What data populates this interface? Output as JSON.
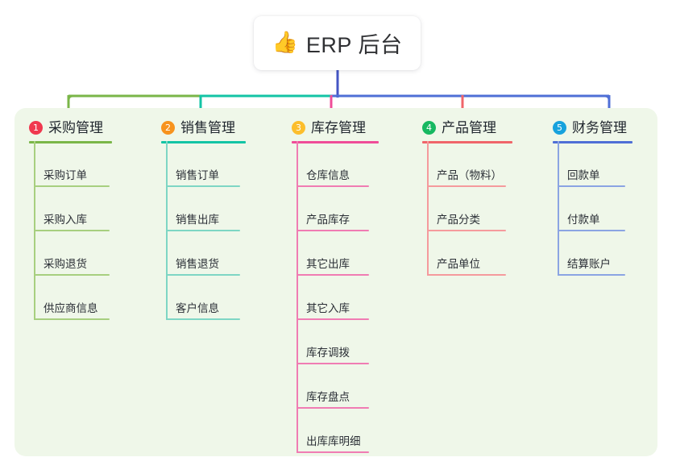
{
  "root": {
    "emoji": "👍",
    "emoji_name": "thumbs-up-icon",
    "label": "ERP 后台"
  },
  "colors": {
    "panel_bg": "#eff7e9",
    "page_bg": "#ffffff",
    "root_text": "#2f3033",
    "trunk": "#4455c4",
    "branch_purchase": "#7ab648",
    "branch_sales": "#13c4a5",
    "branch_inventory": "#ef4d98",
    "branch_product": "#f0656a",
    "branch_finance": "#4f6fd6"
  },
  "columns": [
    {
      "index": "1",
      "badge_color": "#f0384f",
      "line_color": "#7ab648",
      "leaf_line_color": "#a7cf7f",
      "title": "采购管理",
      "items": [
        "采购订单",
        "采购入库",
        "采购退货",
        "供应商信息"
      ]
    },
    {
      "index": "2",
      "badge_color": "#f7931e",
      "line_color": "#13c4a5",
      "leaf_line_color": "#7ed6c4",
      "title": "销售管理",
      "items": [
        "销售订单",
        "销售出库",
        "销售退货",
        "客户信息"
      ]
    },
    {
      "index": "3",
      "badge_color": "#fcbe2c",
      "line_color": "#ef4d98",
      "leaf_line_color": "#f07cb3",
      "title": "库存管理",
      "items": [
        "仓库信息",
        "产品库存",
        "其它出库",
        "其它入库",
        "库存调拨",
        "库存盘点",
        "出库库明细"
      ]
    },
    {
      "index": "4",
      "badge_color": "#17b861",
      "line_color": "#f0656a",
      "leaf_line_color": "#f59a9d",
      "title": "产品管理",
      "items": [
        "产品（物料）",
        "产品分类",
        "产品单位"
      ]
    },
    {
      "index": "5",
      "badge_color": "#17a2dd",
      "line_color": "#4f6fd6",
      "leaf_line_color": "#8ba4e3",
      "title": "财务管理",
      "items": [
        "回款单",
        "付款单",
        "结算账户"
      ]
    }
  ]
}
